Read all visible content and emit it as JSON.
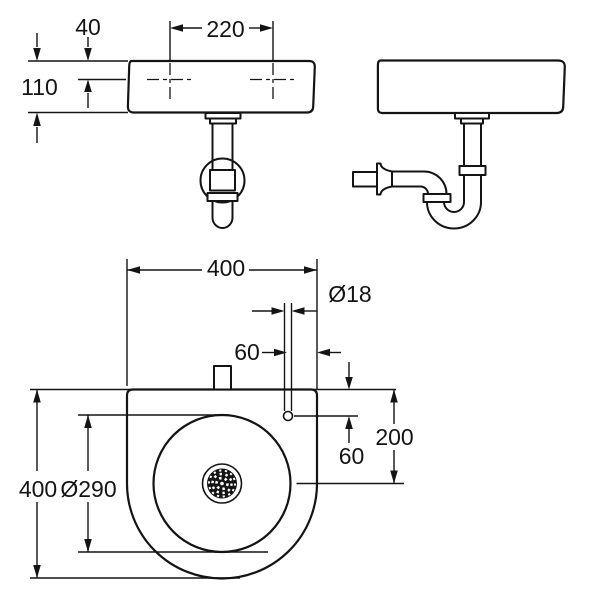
{
  "canvas": {
    "background": "#ffffff",
    "line_color": "#141414"
  },
  "front_view": {
    "dim_hole_offset": "40",
    "dim_height": "110",
    "dim_hole_spacing": "220"
  },
  "plan_view": {
    "dim_width": "400",
    "dim_depth": "400",
    "dim_basin_diameter": "Ø290",
    "dim_tap_hole_diameter": "Ø18",
    "dim_tap_hole_to_edge": "60",
    "dim_tap_hole_to_rear": "60",
    "dim_basin_center_to_rear": "200"
  }
}
